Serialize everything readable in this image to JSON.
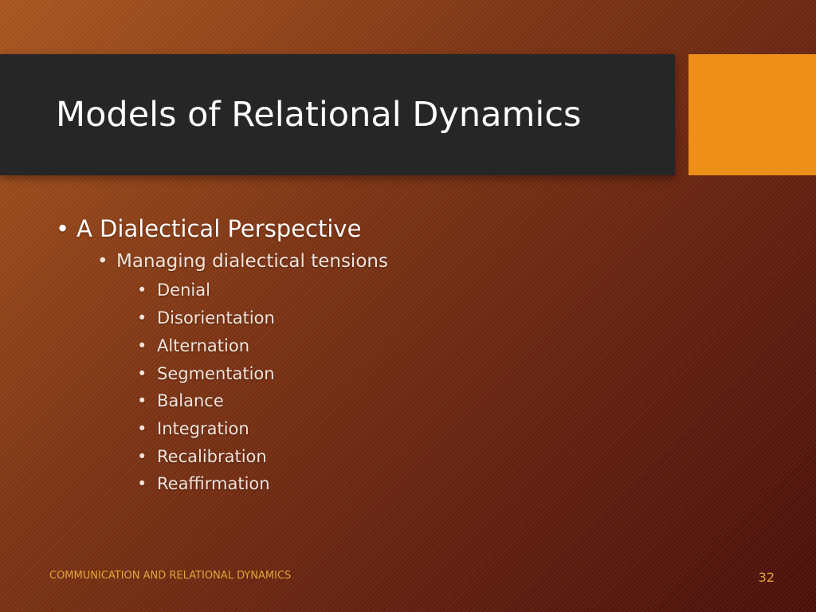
{
  "slide": {
    "title": "Models of Relational Dynamics",
    "bullets": {
      "level1": "A Dialectical Perspective",
      "level2": "Managing dialectical tensions",
      "level3": [
        "Denial",
        "Disorientation",
        "Alternation",
        "Segmentation",
        "Balance",
        "Integration",
        "Recalibration",
        "Reaffirmation"
      ]
    },
    "bullet_symbol": "•",
    "footer": "COMMUNICATION AND RELATIONAL DYNAMICS",
    "page_number": "32"
  },
  "colors": {
    "title_band": "#262626",
    "accent": "#ee9018",
    "background": "#6e2a12",
    "footer_text": "#e0a53a"
  }
}
